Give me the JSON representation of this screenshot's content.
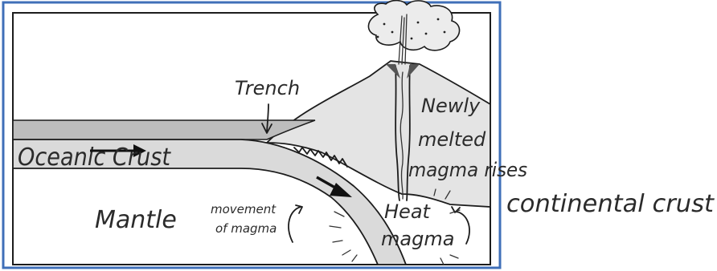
{
  "colors": {
    "frame_blue": "#3f6fb8",
    "crust_gray": "#bdbdbd",
    "plate_gray": "#dadada",
    "mountain_gray": "#e4e4e4",
    "outline": "#1c1c1c"
  },
  "labels": {
    "trench": "Trench",
    "oceanic_crust": "Oceanic Crust",
    "newly_line1": "Newly",
    "newly_line2": "melted",
    "newly_line3": "magma rises",
    "continental_crust": "continental crust",
    "mantle": "Mantle",
    "movement_line1": "movement",
    "movement_line2": "of magma",
    "heat": "Heat",
    "magma": "magma"
  },
  "icons": [
    "arrow-right-icon",
    "arrow-down-right-icon",
    "trench-arrow-icon",
    "curl-arrow-icon",
    "eruption-cloud-icon"
  ]
}
